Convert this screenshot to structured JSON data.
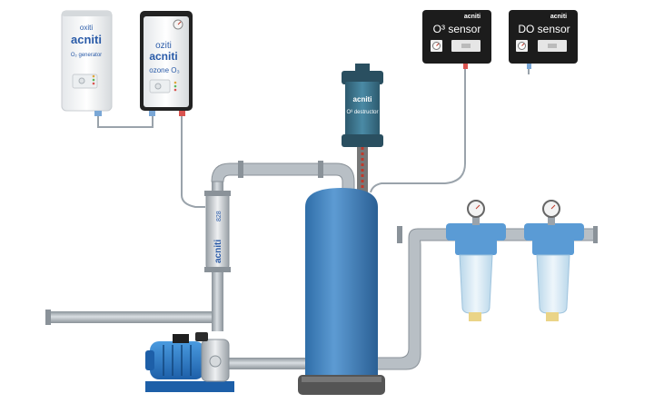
{
  "o2_generator": {
    "brand_top": "oxiti",
    "brand": "acniti",
    "label": "O₂ generator"
  },
  "ozone_generator": {
    "brand_top": "oziti",
    "brand": "acniti",
    "label": "ozone O₃"
  },
  "o3_sensor": {
    "brand": "acniti",
    "label": "O³ sensor"
  },
  "do_sensor": {
    "brand": "acniti",
    "label": "DO sensor"
  },
  "mixer": {
    "brand": "acniti",
    "model": "828"
  },
  "destructor": {
    "brand": "acniti",
    "label": "O³ destructor"
  },
  "colors": {
    "pipe": "#a9b0b7",
    "tank": "#4a89c4",
    "pump": "#2b7fd0",
    "sensor_panel": "#1c1c1c",
    "destructor": "#3a6f86",
    "brand_blue": "#2a5ba8"
  }
}
